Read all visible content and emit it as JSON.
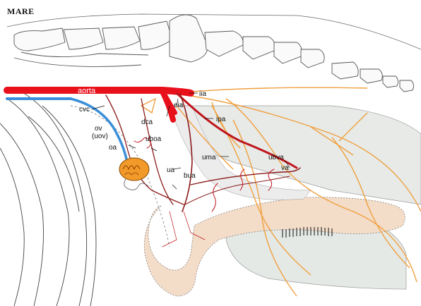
{
  "title": "MARE",
  "labels": {
    "aorta": "aorta",
    "cvc": "cvc",
    "ov": "ov",
    "uov": "(uov)",
    "oa": "oa",
    "uboa": "uboa",
    "dca": "dca",
    "eia": "eia",
    "iia": "iia",
    "ipa": "ipa",
    "ua": "ua",
    "uma": "uma",
    "ubva": "ubva",
    "va": "va",
    "bua": "bua"
  },
  "colors": {
    "artery": "#e8101a",
    "darkArtery": "#8b1a1a",
    "vein": "#3a8fd8",
    "nerve": "#f0a040",
    "tissue": "#f3dcc8",
    "grey": "#e6e9e6",
    "outline": "#555555"
  }
}
